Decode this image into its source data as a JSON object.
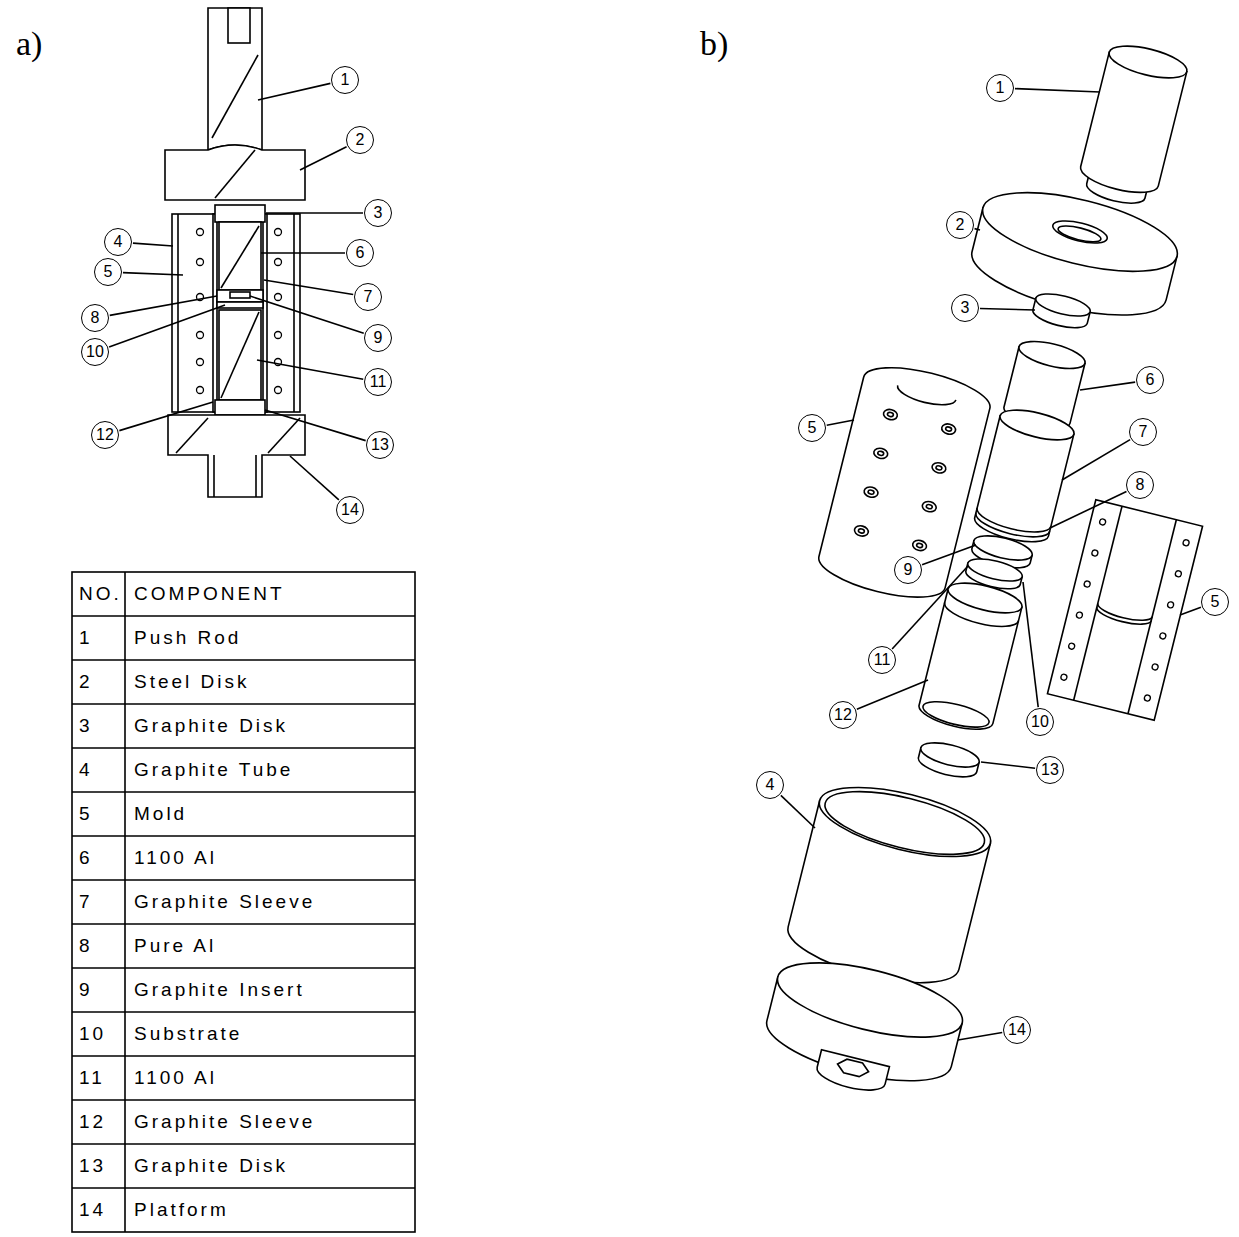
{
  "diagram": {
    "nodes": [
      {
        "text": [
          "1"
        ]
      },
      {
        "text": [
          "2"
        ]
      },
      {
        "text": [
          "3"
        ]
      },
      {
        "text": [
          "4"
        ]
      },
      {
        "text": [
          "5"
        ]
      },
      {
        "text": [
          "6"
        ]
      },
      {
        "text": [
          "7"
        ]
      },
      {
        "text": [
          "8"
        ]
      },
      {
        "text": [
          "9"
        ]
      },
      {
        "text": [
          "10"
        ]
      },
      {
        "text": [
          "11"
        ]
      },
      {
        "text": [
          "12"
        ]
      },
      {
        "text": [
          "13"
        ]
      },
      {
        "text": [
          "14"
        ]
      },
      {
        "text": [
          "1"
        ]
      },
      {
        "text": [
          "2"
        ]
      },
      {
        "text": [
          "3"
        ]
      },
      {
        "text": [
          "6"
        ]
      },
      {
        "text": [
          "7"
        ]
      },
      {
        "text": [
          "8"
        ]
      },
      {
        "text": [
          "5"
        ]
      },
      {
        "text": [
          "5"
        ]
      },
      {
        "text": [
          "9"
        ]
      },
      {
        "text": [
          "11"
        ]
      },
      {
        "text": [
          "10"
        ]
      },
      {
        "text": [
          "12"
        ]
      },
      {
        "text": [
          "13"
        ]
      },
      {
        "text": [
          "4"
        ]
      },
      {
        "text": [
          "14"
        ]
      }
    ],
    "labels": [
      "a)",
      "b)",
      "NO.",
      "COMPONENT",
      "1",
      "Push Rod",
      "2",
      "Steel Disk",
      "3",
      "Graphite Disk",
      "4",
      "Graphite Tube",
      "5",
      "Mold",
      "6",
      "1100 Al",
      "7",
      "Graphite Sleeve",
      "8",
      "Pure Al",
      "9",
      "Graphite Insert",
      "10",
      "Substrate",
      "11",
      "1100 Al",
      "12",
      "Graphite Sleeve",
      "13",
      "Graphite Disk",
      "14",
      "Platform"
    ]
  }
}
